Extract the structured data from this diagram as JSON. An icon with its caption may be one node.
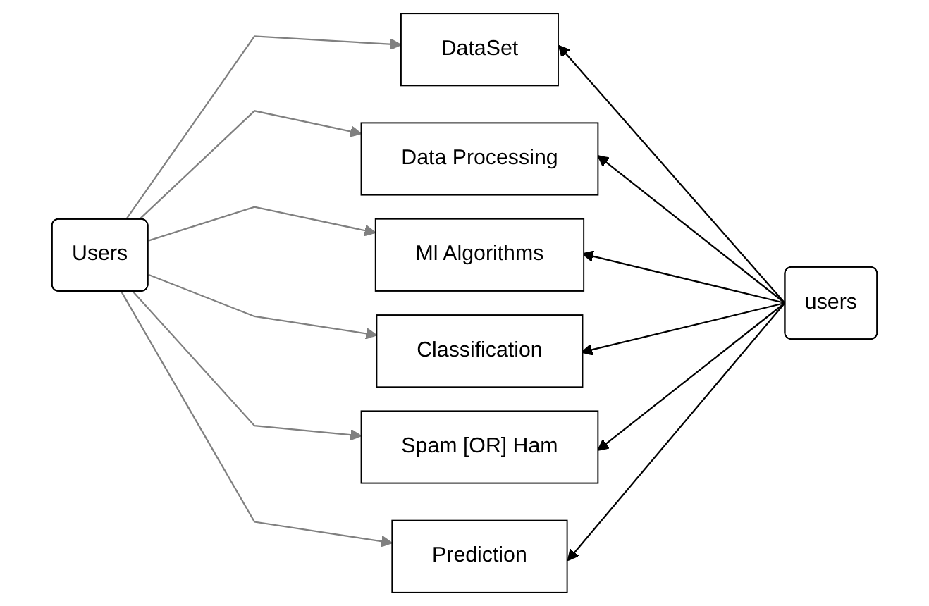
{
  "diagram": {
    "nodes": [
      {
        "text": [
          "Users"
        ]
      },
      {
        "text": [
          "DataSet"
        ]
      },
      {
        "text": [
          "Data Processing"
        ]
      },
      {
        "text": [
          "Ml Algorithms"
        ]
      },
      {
        "text": [
          "Classification"
        ]
      },
      {
        "text": [
          "Spam [OR] Ham"
        ]
      },
      {
        "text": [
          "Prediction"
        ]
      },
      {
        "text": [
          "users"
        ]
      }
    ],
    "edges": [
      {
        "from": 0,
        "to": 1,
        "arrow": "to",
        "color": "#808080"
      },
      {
        "from": 0,
        "to": 2,
        "arrow": "to",
        "color": "#808080"
      },
      {
        "from": 0,
        "to": 3,
        "arrow": "to",
        "color": "#808080"
      },
      {
        "from": 0,
        "to": 4,
        "arrow": "to",
        "color": "#808080"
      },
      {
        "from": 0,
        "to": 5,
        "arrow": "to",
        "color": "#808080"
      },
      {
        "from": 0,
        "to": 6,
        "arrow": "to",
        "color": "#808080"
      },
      {
        "from": 7,
        "to": 1,
        "arrow": "to",
        "color": "#000000"
      },
      {
        "from": 7,
        "to": 2,
        "arrow": "to",
        "color": "#000000"
      },
      {
        "from": 7,
        "to": 3,
        "arrow": "to",
        "color": "#000000"
      },
      {
        "from": 7,
        "to": 4,
        "arrow": "to",
        "color": "#000000"
      },
      {
        "from": 7,
        "to": 5,
        "arrow": "to",
        "color": "#000000"
      },
      {
        "from": 7,
        "to": 6,
        "arrow": "to",
        "color": "#000000"
      }
    ]
  }
}
